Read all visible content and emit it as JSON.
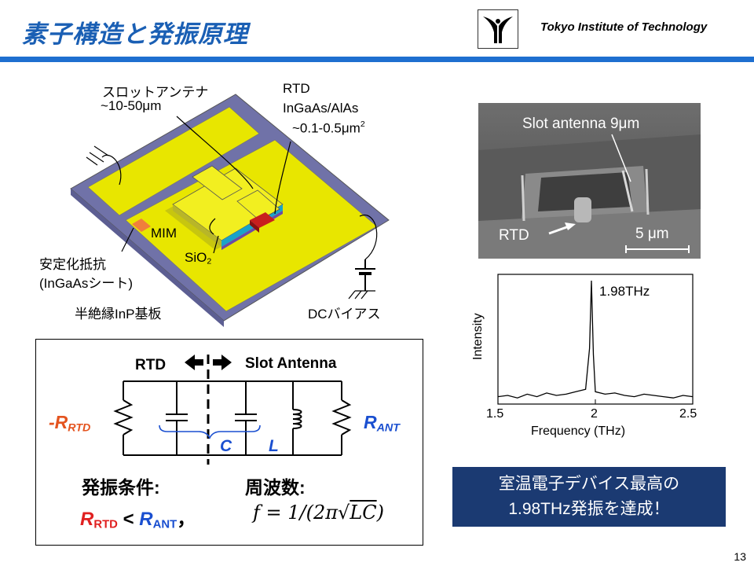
{
  "header": {
    "title": "素子構造と発振原理",
    "institution": "Tokyo Institute of Technology"
  },
  "device_diagram": {
    "slot_antenna_label": "スロットアンテナ",
    "slot_antenna_size": "~10-50μm",
    "rtd_label": "RTD",
    "rtd_material": "InGaAs/AlAs",
    "rtd_size_prefix": "~0.1-0.5μm",
    "rtd_size_exp": "2",
    "mim_label": "MIM",
    "sio2_prefix": "SiO",
    "sio2_sub": "2",
    "resistor_label": "安定化抵抗",
    "resistor_material": "(InGaAsシート)",
    "substrate_label": "半絶縁InP基板",
    "dc_bias_label": "DCバイアス"
  },
  "circuit": {
    "rtd_side": "RTD",
    "antenna_side": "Slot Antenna",
    "neg_r_prefix": "-R",
    "neg_r_sub": "RTD",
    "r_ant_prefix": "R",
    "r_ant_sub": "ANT",
    "c_label": "C",
    "l_label": "L",
    "condition_title": "発振条件:",
    "freq_title": "周波数:",
    "cond_r1": "R",
    "cond_r1_sub": "RTD",
    "cond_lt": " < ",
    "cond_r2": "R",
    "cond_r2_sub": "ANT",
    "cond_comma": "，",
    "formula_lhs": "f = 1/(2π",
    "formula_sqrt": "√",
    "formula_rad": "LC",
    "formula_rhs": ")"
  },
  "sem_image": {
    "caption": "Slot antenna 9μm",
    "rtd_label": "RTD",
    "scale_label": "5 μm"
  },
  "chart_data": {
    "type": "line",
    "xlabel": "Frequency (THz)",
    "ylabel": "Intensity",
    "xlim": [
      1.5,
      2.5
    ],
    "x_ticks": [
      "1.5",
      "2",
      "2.5"
    ],
    "peak_label": "1.98THz",
    "series": [
      {
        "x": [
          1.5,
          1.55,
          1.6,
          1.65,
          1.7,
          1.75,
          1.8,
          1.85,
          1.9,
          1.95,
          1.97,
          1.98,
          1.99,
          2.0,
          2.05,
          2.1,
          2.15,
          2.2,
          2.25,
          2.3,
          2.35,
          2.4,
          2.45,
          2.5
        ],
        "y": [
          0.06,
          0.07,
          0.05,
          0.08,
          0.06,
          0.09,
          0.07,
          0.08,
          0.1,
          0.12,
          0.45,
          1.0,
          0.4,
          0.1,
          0.08,
          0.09,
          0.07,
          0.06,
          0.08,
          0.07,
          0.06,
          0.05,
          0.07,
          0.06
        ]
      }
    ]
  },
  "summary": {
    "line1": "室温電子デバイス最高の",
    "line2": "1.98THz発振を達成！"
  },
  "footer": {
    "page": "13"
  },
  "colors": {
    "accent": "#1e6fd0",
    "gold": "#e8e600",
    "substrate": "#7072a8",
    "summary_bg": "#1b3a72"
  }
}
